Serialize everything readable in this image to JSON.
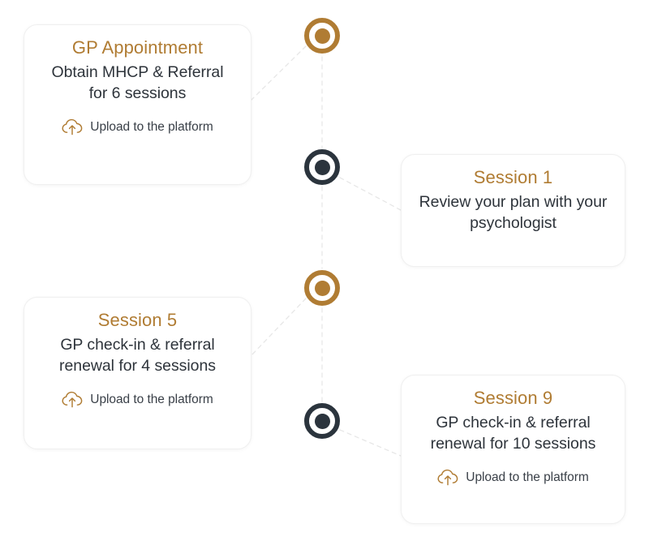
{
  "theme": {
    "background": "#ffffff",
    "accent_gold": "#b07c33",
    "marker_dark": "#2b343d",
    "body_text": "#2e343b",
    "card_border": "#f0f0f0",
    "connector_line": "#e6e6e6"
  },
  "timeline": {
    "markers": [
      {
        "id": "marker-1",
        "color": "gold",
        "linked_card": "GP Appointment"
      },
      {
        "id": "marker-2",
        "color": "dark",
        "linked_card": "Session 1"
      },
      {
        "id": "marker-3",
        "color": "gold",
        "linked_card": "Session 5"
      },
      {
        "id": "marker-4",
        "color": "dark",
        "linked_card": "Session 9"
      }
    ],
    "steps": [
      {
        "title": "GP Appointment",
        "body_line1": "Obtain MHCP & Referral",
        "body_line2": "for 6 sessions",
        "has_upload": true,
        "upload_label": "Upload to the platform",
        "upload_icon": "cloud-upload-icon",
        "side": "left"
      },
      {
        "title": "Session 1",
        "body_line1": "Review your plan with your",
        "body_line2": "psychologist",
        "has_upload": false,
        "upload_label": "",
        "upload_icon": "",
        "side": "right"
      },
      {
        "title": "Session 5",
        "body_line1": "GP check-in & referral",
        "body_line2": "renewal for 4 sessions",
        "has_upload": true,
        "upload_label": "Upload to the platform",
        "upload_icon": "cloud-upload-icon",
        "side": "left"
      },
      {
        "title": "Session 9",
        "body_line1": "GP check-in & referral",
        "body_line2": "renewal for 10 sessions",
        "has_upload": true,
        "upload_label": "Upload to the platform",
        "upload_icon": "cloud-upload-icon",
        "side": "right"
      }
    ]
  }
}
